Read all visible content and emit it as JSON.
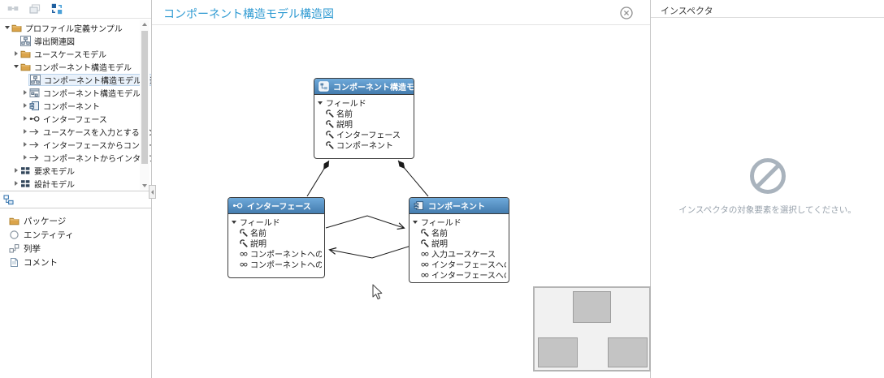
{
  "colors": {
    "accent_blue": "#2e9ad2",
    "node_header_top": "#6ea9da",
    "node_header_bottom": "#447cae",
    "selection_bg": "#e9f1fa",
    "selection_border": "#bcd4ec",
    "inspector_icon_gray": "#a9b3bd",
    "minimap_node_gray": "#c4c4c4",
    "wire_color": "#1a1a1a"
  },
  "left_panel": {
    "toolbar": {
      "icons": [
        "linked-diagrams-icon",
        "stacked-windows-icon",
        "sync-model-icon"
      ]
    },
    "tree": {
      "items": [
        {
          "label": "プロファイル定義サンプル",
          "icon": "folder",
          "expander": "expanded",
          "level": 0,
          "selected": false
        },
        {
          "label": "導出関連図",
          "icon": "diagram",
          "expander": "none",
          "level": 1,
          "selected": false
        },
        {
          "label": "ユースケースモデル",
          "icon": "folder",
          "expander": "collapsed",
          "level": 1,
          "selected": false
        },
        {
          "label": "コンポーネント構造モデル",
          "icon": "folder",
          "expander": "expanded",
          "level": 1,
          "selected": false
        },
        {
          "label": "コンポーネント構造モデル構造図",
          "icon": "diagram",
          "expander": "none",
          "level": 2,
          "selected": true
        },
        {
          "label": "コンポーネント構造モデル",
          "icon": "window",
          "expander": "collapsed",
          "level": 2,
          "selected": false
        },
        {
          "label": "コンポーネント",
          "icon": "component",
          "expander": "collapsed",
          "level": 2,
          "selected": false
        },
        {
          "label": "インターフェース",
          "icon": "interface",
          "expander": "collapsed",
          "level": 2,
          "selected": false
        },
        {
          "label": "ユースケースを入力とするコンポーネ",
          "icon": "arrow",
          "expander": "collapsed",
          "level": 2,
          "selected": false
        },
        {
          "label": "インターフェースからコンポーネントへ",
          "icon": "arrow",
          "expander": "collapsed",
          "level": 2,
          "selected": false
        },
        {
          "label": "コンポーネントからインターフェースへ",
          "icon": "arrow",
          "expander": "collapsed",
          "level": 2,
          "selected": false
        },
        {
          "label": "要求モデル",
          "icon": "model",
          "expander": "collapsed",
          "level": 1,
          "selected": false
        },
        {
          "label": "設計モデル",
          "icon": "model",
          "expander": "collapsed",
          "level": 1,
          "selected": false
        }
      ]
    },
    "palette": {
      "items": [
        {
          "label": "パッケージ",
          "icon": "folder"
        },
        {
          "label": "エンティティ",
          "icon": "entity"
        },
        {
          "label": "列挙",
          "icon": "enum"
        },
        {
          "label": "コメント",
          "icon": "comment"
        }
      ]
    }
  },
  "canvas": {
    "title": "コンポーネント構造モデル構造図",
    "nodes": [
      {
        "title": "コンポーネント構造モデル",
        "icon": "structure-model",
        "section": "フィールド",
        "fields": [
          {
            "icon": "wrench",
            "label": "名前"
          },
          {
            "icon": "wrench",
            "label": "説明"
          },
          {
            "icon": "wrench",
            "label": "インターフェース"
          },
          {
            "icon": "wrench",
            "label": "コンポーネント"
          }
        ]
      },
      {
        "title": "インターフェース",
        "icon": "interface",
        "section": "フィールド",
        "fields": [
          {
            "icon": "wrench",
            "label": "名前"
          },
          {
            "icon": "wrench",
            "label": "説明"
          },
          {
            "icon": "reference",
            "label": "コンポーネントへの参照"
          },
          {
            "icon": "reference",
            "label": "コンポーネントへの参照"
          }
        ]
      },
      {
        "title": "コンポーネント",
        "icon": "component",
        "section": "フィールド",
        "fields": [
          {
            "icon": "wrench",
            "label": "名前"
          },
          {
            "icon": "wrench",
            "label": "説明"
          },
          {
            "icon": "reference",
            "label": "入力ユースケース"
          },
          {
            "icon": "reference",
            "label": "インターフェースへの参照"
          },
          {
            "icon": "reference",
            "label": "インターフェースへの参照"
          }
        ]
      }
    ],
    "connections": [
      {
        "type": "composition",
        "from": "コンポーネント構造モデル",
        "to": "インターフェース"
      },
      {
        "type": "composition",
        "from": "コンポーネント構造モデル",
        "to": "コンポーネント"
      },
      {
        "type": "association",
        "from": "インターフェース",
        "to": "コンポーネント"
      },
      {
        "type": "association",
        "from": "コンポーネント",
        "to": "インターフェース"
      }
    ]
  },
  "inspector": {
    "title": "インスペクタ",
    "empty_message": "インスペクタの対象要素を選択してください。"
  }
}
